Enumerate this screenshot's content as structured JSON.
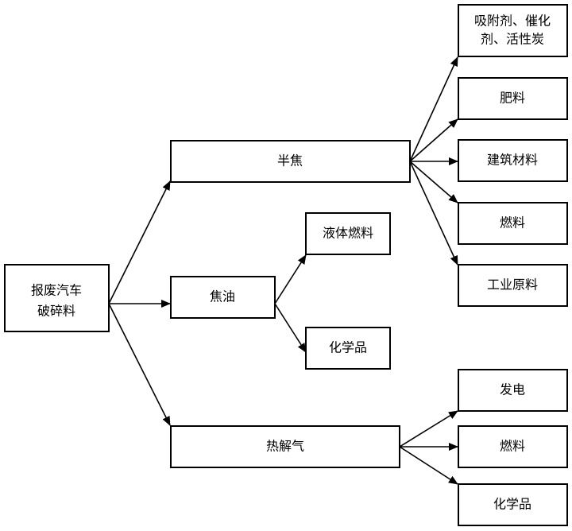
{
  "nodes": {
    "source": {
      "line1": "报废汽车",
      "line2": "破碎料"
    },
    "semi_coke": {
      "label": "半焦"
    },
    "tar": {
      "label": "焦油"
    },
    "pyrolysis_gas": {
      "label": "热解气"
    },
    "liquid_fuel": {
      "label": "液体燃料"
    },
    "chemicals_tar": {
      "label": "化学品"
    },
    "adsorbent": {
      "line1": "吸附剂、催化",
      "line2": "剂、活性炭"
    },
    "fertilizer": {
      "label": "肥料"
    },
    "building_material": {
      "label": "建筑材料"
    },
    "fuel_coke": {
      "label": "燃料"
    },
    "industrial_material": {
      "label": "工业原料"
    },
    "power": {
      "label": "发电"
    },
    "fuel_gas": {
      "label": "燃料"
    },
    "chemicals_gas": {
      "label": "化学品"
    }
  }
}
